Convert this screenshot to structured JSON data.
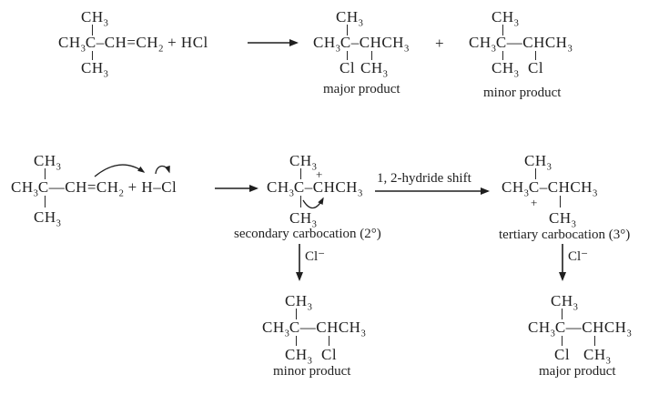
{
  "colors": {
    "ink": "#1f1f1f",
    "background": "#ffffff"
  },
  "row1": {
    "reactant": {
      "top": "CH3",
      "main": "CH3C–CH=CH2 + HCl",
      "bottom": "CH3"
    },
    "major": {
      "top": "CH3",
      "main": "CH3C–CHCH3",
      "below_c": "Cl",
      "below_ch": "CH3",
      "caption": "major product"
    },
    "plus": "+",
    "minor": {
      "top": "CH3",
      "main": "CH3C—CHCH3",
      "below_c": "CH3",
      "below_ch": "Cl",
      "caption": "minor product"
    }
  },
  "row2": {
    "reactant": {
      "top": "CH3",
      "main": "CH3C—CH=CH2 + H–Cl",
      "bottom": "CH3"
    },
    "secondary": {
      "top": "CH3",
      "charge": "+",
      "main": "CH3C–CHCH3",
      "bottom": "CH3",
      "caption": "secondary carbocation (2°)"
    },
    "shift_label": "1, 2-hydride shift",
    "tertiary": {
      "top": "CH3",
      "main": "CH3C–CHCH3",
      "charge": "+",
      "bottom": "CH3",
      "caption": "tertiary carbocation (3°)"
    }
  },
  "row3": {
    "left_label": "Cl⁻",
    "right_label": "Cl⁻"
  },
  "row4": {
    "minor": {
      "top": "CH3",
      "main": "CH3C—CHCH3",
      "below_c": "CH3",
      "below_ch": "Cl",
      "caption": "minor product"
    },
    "major": {
      "top": "CH3",
      "main": "CH3C—CHCH3",
      "below_c": "Cl",
      "below_ch": "CH3",
      "caption": "major product"
    }
  }
}
